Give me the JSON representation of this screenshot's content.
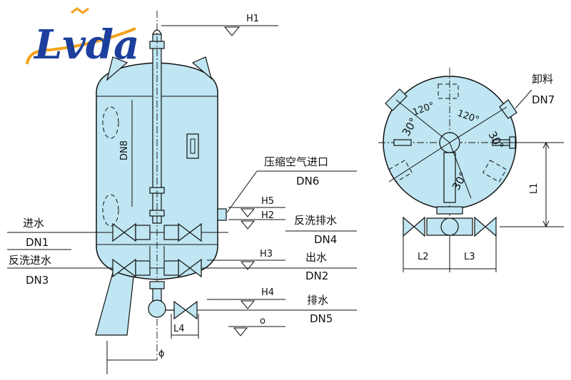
{
  "logo": {
    "text": "Lvda",
    "colors": {
      "primary": "#1c3f9e",
      "accent": "#f2a31b"
    }
  },
  "colors": {
    "vessel_fill": "#bfe6f2",
    "line": "#111111"
  },
  "labels": {
    "h1": "H1",
    "h2": "H2",
    "h3": "H3",
    "h4": "H4",
    "h5": "H5",
    "dn8": "DN8",
    "inlet_water": "进水",
    "dn1": "DN1",
    "backwash_inlet": "反洗进水",
    "dn3": "DN3",
    "compressed_air_inlet": "压缩空气进口",
    "dn6": "DN6",
    "backwash_drain": "反洗排水",
    "dn4": "DN4",
    "outlet_water": "出水",
    "dn2": "DN2",
    "drain": "排水",
    "dn5": "DN5",
    "l4": "L4",
    "o_mark": "o",
    "phi": "ϕ",
    "unload": "卸料",
    "dn7": "DN7",
    "l1": "L1",
    "l2": "L2",
    "l3": "L3",
    "angle_120_left": "120°",
    "angle_120_right": "120°",
    "angle_30_left": "30°",
    "angle_30_right": "30°",
    "angle_30_bottom": "30°"
  }
}
